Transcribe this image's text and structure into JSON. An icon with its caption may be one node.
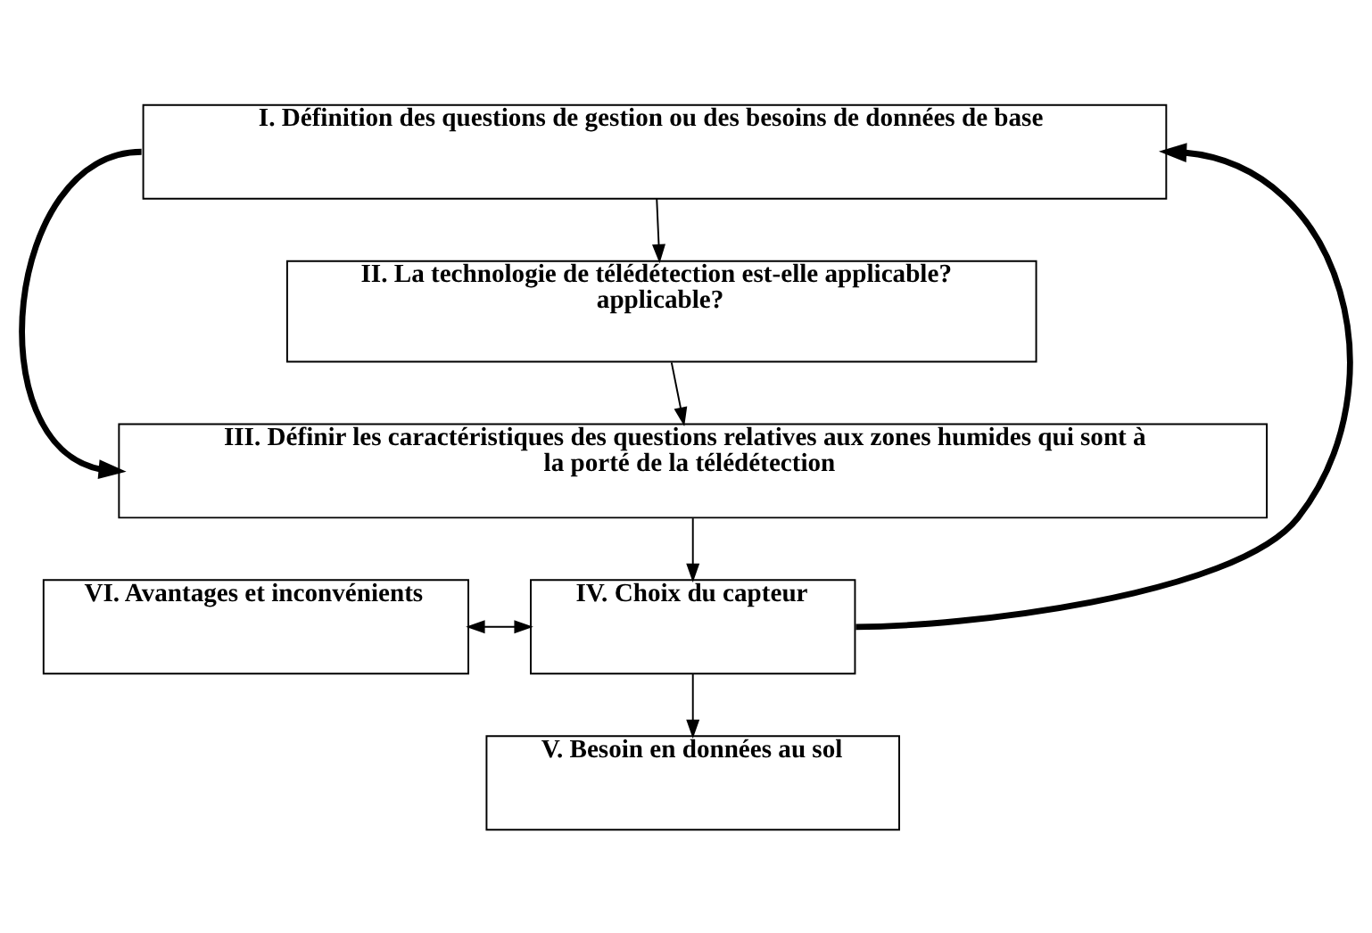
{
  "diagram": {
    "nodes": [
      {
        "text": [
          "I. Définition des questions de gestion ou des besoins de données de base"
        ]
      },
      {
        "text": [
          "II. La technologie de télédétection est-elle applicable? applicable?"
        ]
      },
      {
        "text": [
          "III. Définir les caractéristiques des questions relatives aux zones humides qui sont à la porté de la télédétection"
        ]
      },
      {
        "text": [
          "IV. Choix du capteur"
        ]
      },
      {
        "text": [
          "VI. Avantages et inconvénients"
        ]
      },
      {
        "text": [
          "V. Besoin en données au sol"
        ]
      }
    ],
    "edges": [
      {
        "from": 0,
        "to": 1,
        "arrow": "to"
      },
      {
        "from": 0,
        "to": 2,
        "arrow": "to",
        "style": "thick"
      },
      {
        "from": 1,
        "to": 2,
        "arrow": "to"
      },
      {
        "from": 2,
        "to": 3,
        "arrow": "to"
      },
      {
        "from": 4,
        "to": 3,
        "arrow": "both"
      },
      {
        "from": 3,
        "to": 5,
        "arrow": "to"
      },
      {
        "from": 3,
        "to": 0,
        "arrow": "to",
        "style": "thick"
      }
    ]
  }
}
